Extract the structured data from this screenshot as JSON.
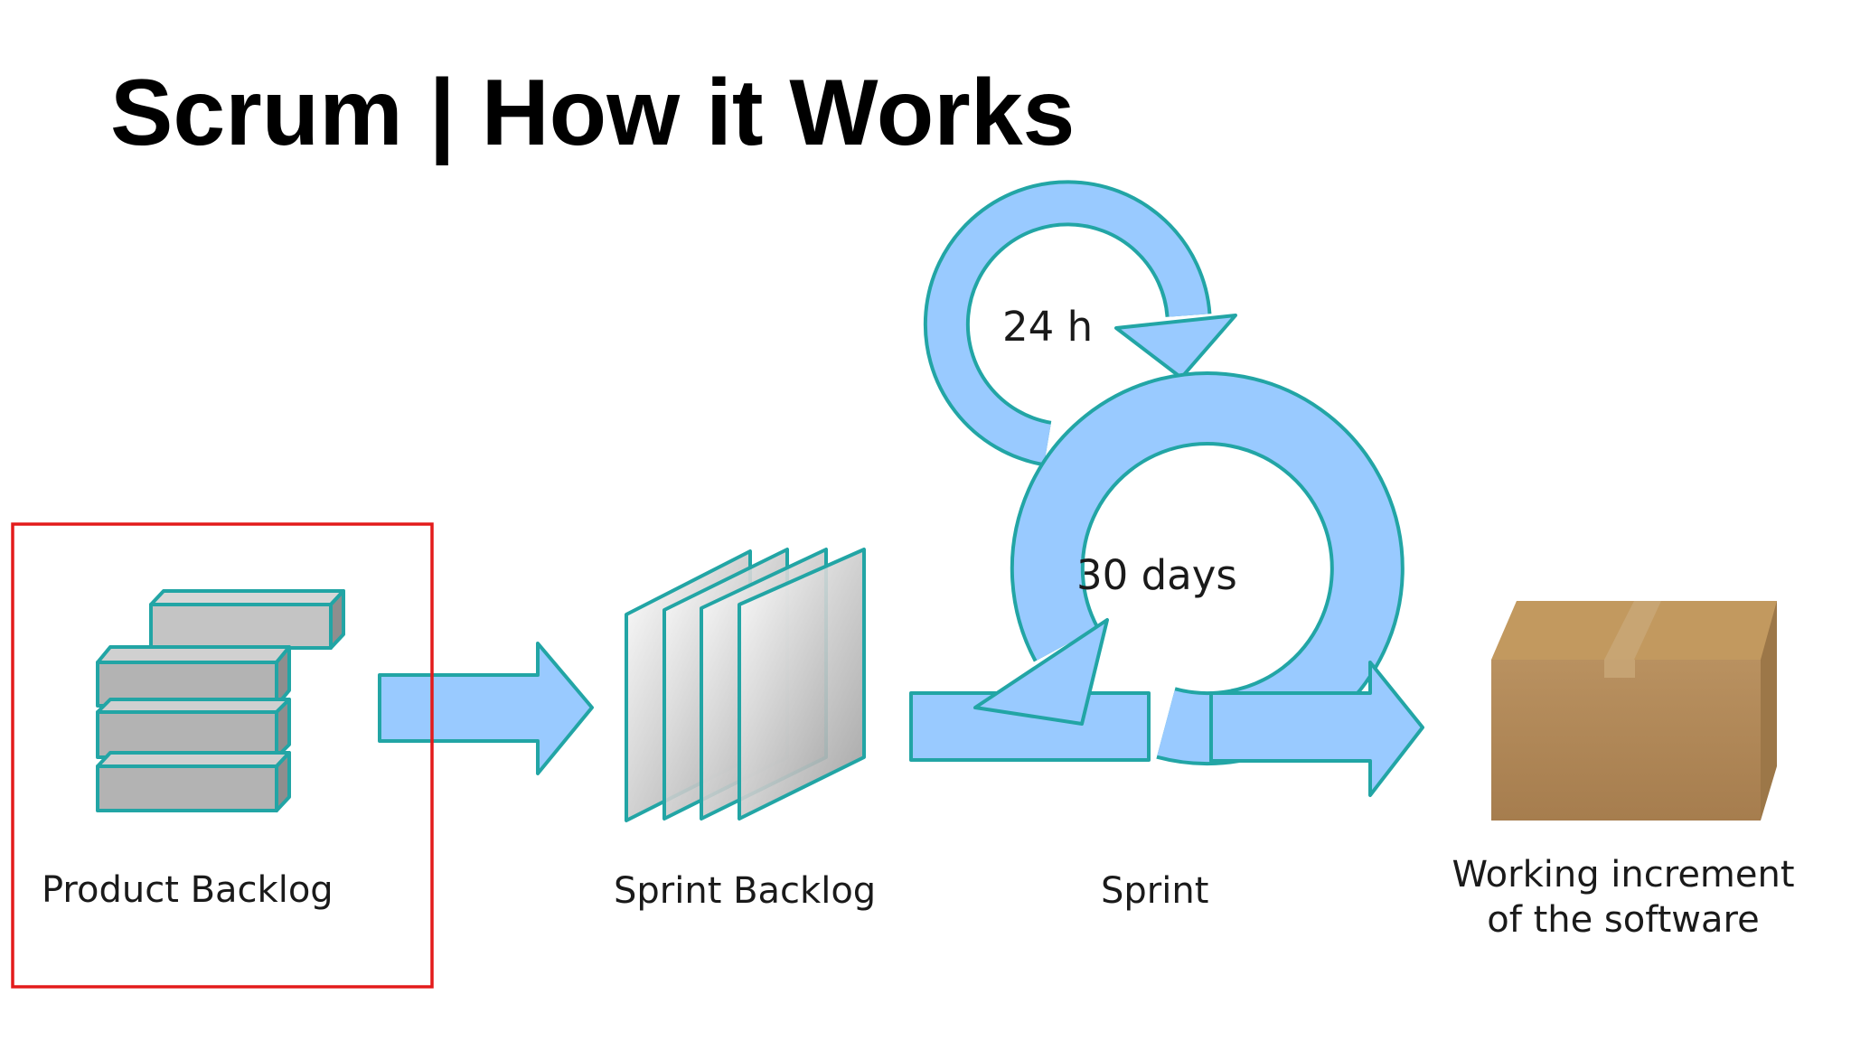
{
  "title": "Scrum | How it Works",
  "labels": {
    "product_backlog": "Product Backlog",
    "sprint_backlog": "Sprint Backlog",
    "sprint": "Sprint",
    "increment_line1": "Working increment",
    "increment_line2": "of the software",
    "daily_cycle": "24 h",
    "sprint_cycle": "30 days"
  },
  "colors": {
    "arrow_fill": "#99caff",
    "arrow_stroke": "#22a5a5",
    "block_fill": "#b3b3b3",
    "highlight_box": "#e31b1b",
    "box_fill": "#b38a5a"
  }
}
